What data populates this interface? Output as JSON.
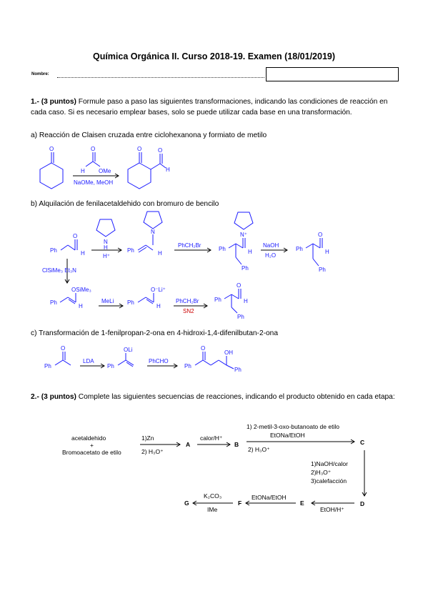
{
  "header": {
    "title": "Química Orgánica II. Curso 2018-19. Examen (18/01/2019)",
    "name_label": "Nombre:"
  },
  "q1": {
    "points": "1.- (3 puntos)",
    "text": " Formule paso a paso las siguientes transformaciones, indicando las condiciones de reacción en cada caso. Si es necesario emplear bases, solo se puede utilizar cada base en una transformación.",
    "a": {
      "title": "a) Reacción de Claisen cruzada entre ciclohexanona y formiato de metilo",
      "h": "H",
      "ome": "OMe",
      "o": "O",
      "cond": "NaOMe, MeOH"
    },
    "b": {
      "title": "b) Alquilación de fenilacetaldehido con bromuro de bencilo",
      "ph": "Ph",
      "h": "H",
      "n": "N",
      "nh": "H",
      "hplus": "H⁺",
      "benzyl": "PhCH₂Br",
      "nplus": "N⁺",
      "hydro": "NaOH",
      "water": "H₂O",
      "silyl": "ClSiMe₃ Et₃N",
      "osime": "OSiMe₃",
      "meli": "MeLi",
      "oli": "O⁻Li⁺",
      "sn2": "SN2",
      "o": "O"
    },
    "c": {
      "title": "c) Transformación de 1-fenilpropan-2-ona en 4-hidroxi-1,4-difenilbutan-2-ona",
      "ph": "Ph",
      "o": "O",
      "oli": "OLi",
      "oh": "OH",
      "lda": "LDA",
      "phcho": "PhCHO"
    }
  },
  "q2": {
    "points": "2.- (3 puntos)",
    "text": " Complete las siguientes secuencias de reacciones, indicando el producto obtenido en cada etapa:",
    "start1": "acetaldehido",
    "plus": "+",
    "start2": "Bromoacetato de etilo",
    "s1_top": "1)Zn",
    "s1_bot": "2) H₃O⁺",
    "A": "A",
    "s2": "calor/H⁺",
    "B": "B",
    "s3_top1": "1) 2-metil-3-oxo-butanoato de etilo",
    "s3_top2": "EtONa/EtOH",
    "s3_bot": "2) H₃O⁺",
    "C": "C",
    "s4_1": "1)NaOH/calor",
    "s4_2": "2)H₃O⁺",
    "s4_3": "3)calefacción",
    "D": "D",
    "s5": "EtOH/H⁺",
    "E": "E",
    "s6": "EtONa/EtOH",
    "F": "F",
    "s7_top": "K₂CO₃",
    "s7_bot": "IMe",
    "G": "G"
  }
}
